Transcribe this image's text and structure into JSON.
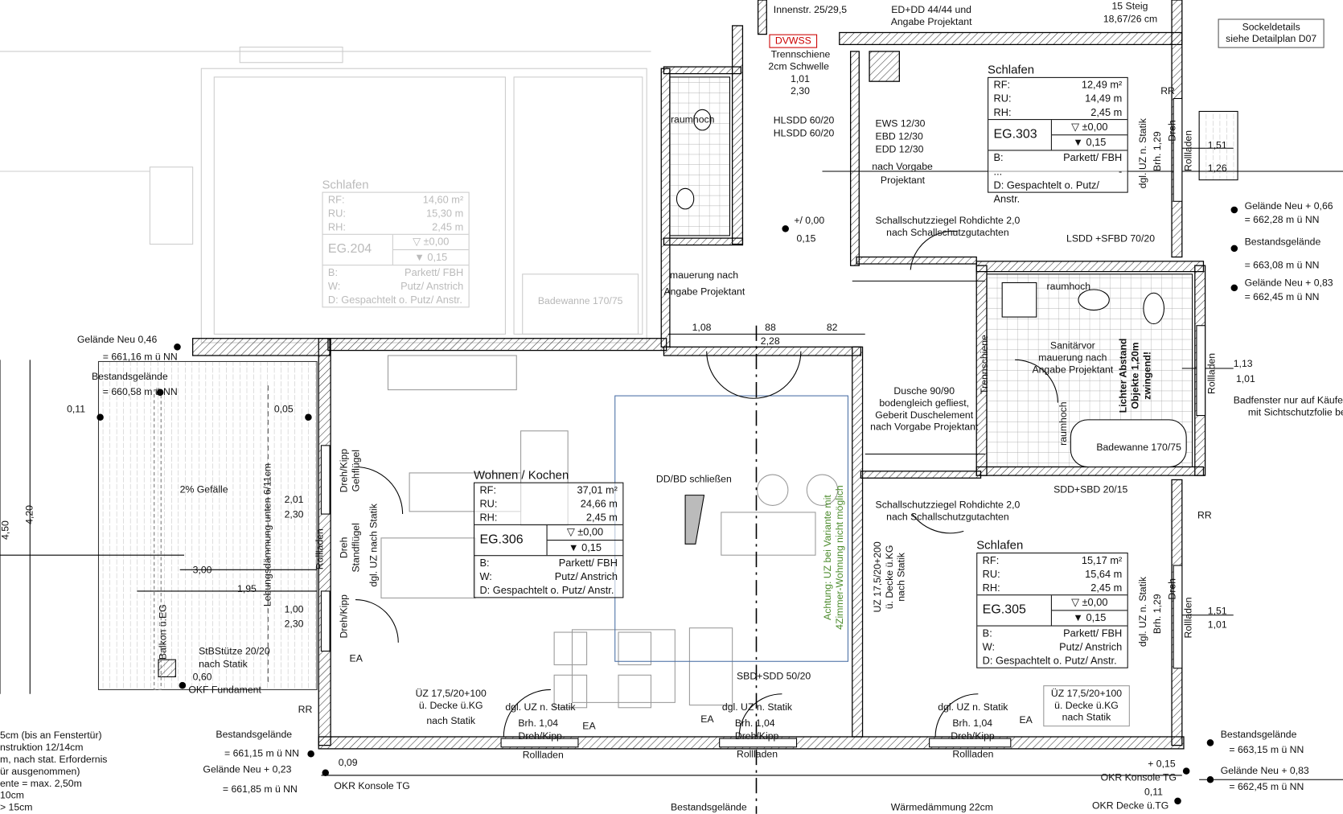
{
  "rooms": [
    {
      "name": "Wohnen / Kochen",
      "code": "EG.306",
      "rf_label": "RF:",
      "rf": "37,01 m²",
      "ru_label": "RU:",
      "ru": "24,66 m",
      "rh_label": "RH:",
      "rh": "2,45 m",
      "level_top": "▽ ±0,00",
      "level_bottom": "▼ 0,15",
      "b_label": "B:",
      "b": "Parkett/ FBH",
      "w_label": "W:",
      "w": "Putz/ Anstrich",
      "d": "D: Gespachtelt o. Putz/ Anstr."
    },
    {
      "name": "Schlafen",
      "code": "EG.303",
      "rf_label": "RF:",
      "rf": "12,49 m²",
      "ru_label": "RU:",
      "ru": "14,49 m",
      "rh_label": "RH:",
      "rh": "2,45 m",
      "level_top": "▽ ±0,00",
      "level_bottom": "▼ 0,15",
      "b_label": "B:",
      "b": "Parkett/ FBH",
      "w_label": "...",
      "w": "-",
      "d": "D: Gespachtelt o. Putz/ Anstr."
    },
    {
      "name": "Schlafen",
      "code": "EG.305",
      "rf_label": "RF:",
      "rf": "15,17 m²",
      "ru_label": "RU:",
      "ru": "15,64 m",
      "rh_label": "RH:",
      "rh": "2,45 m",
      "level_top": "▽ ±0,00",
      "level_bottom": "▼ 0,15",
      "b_label": "B:",
      "b": "Parkett/ FBH",
      "w_label": "W:",
      "w": "Putz/ Anstrich",
      "d": "D: Gespachtelt o. Putz/ Anstr."
    },
    {
      "name": "Schlafen",
      "code": "EG.204",
      "rf_label": "RF:",
      "rf": "14,60 m²",
      "ru_label": "RU:",
      "ru": "15,30 m",
      "rh_label": "RH:",
      "rh": "2,45 m",
      "level_top": "▽ ±0,00",
      "level_bottom": "▼ 0,15",
      "b_label": "B:",
      "b": "Parkett/ FBH",
      "w_label": "W:",
      "w": "Putz/ Anstrich",
      "d": "D: Gespachtelt o. Putz/ Anstr."
    }
  ],
  "labels": [
    "Sockeldetails",
    "siehe Detailplan D07",
    "Gelände Neu  0,46",
    "= 661,16 m ü NN",
    "Bestandsgelände",
    "= 660,58 m ü NN",
    "0,11",
    "0,05",
    "2% Gefälle",
    "3,00",
    "1,95",
    "2,01",
    "2,30",
    "1,00",
    "2,30",
    "4,50",
    "4,20",
    "StBStütze 20/20",
    "nach Statik",
    "0,60",
    "OKF Fundament",
    "RR",
    "Bestandsgelände",
    "= 661,15 m ü NN",
    "Gelände Neu + 0,23",
    "= 661,85 m ü NN",
    "0,09",
    "OKR Konsole TG",
    "5cm (bis an Fenstertür)",
    "nstruktion 12/14cm",
    "m, nach stat. Erfordernis",
    "ür ausgenommen)",
    "ente = max. 2,50m",
    "10cm",
    "> 15cm",
    "ÜZ 17,5/20+100",
    "ü. Decke ü.KG",
    "nach Statik",
    "dgl. UZ n. Statik",
    "Brh. 1,04",
    "Dreh/Kipp",
    "Rollladen",
    "EA",
    "DD/BD schließen",
    "SBD+SDD 50/20",
    "EA",
    "dgl. UZ n. Statik",
    "Brh. 1,04",
    "Dreh/Kipp",
    "Rollladen",
    "Achtung: UZ bei Variante mit",
    "4Zimmer-Wohnung nicht möglich",
    "UZ 17,5/20+200",
    "ü. Decke ü.KG",
    "nach Statik",
    "Schallschutzziegel Rohdichte 2,0",
    "nach Schallschutzgutachten",
    "Schallschutzziegel Rohdichte 2,0",
    "nach Schallschutzgutachten",
    "Dusche 90/90",
    "bodengleich gefliest,",
    "Geberit Duschelement",
    "nach Vorgabe Projektant",
    "LSDD +SFBD 70/20",
    "Sanitärvor",
    "mauerung nach",
    "Angabe Projektant",
    "Lichter Abstand",
    "Objekte 1,20m",
    "zwingend!",
    "Badewanne 170/75",
    "SDD+SBD 20/15",
    "Badfenster nur auf Käufe",
    "mit Sichtschutzfolie be",
    "Gelände Neu + 0,66",
    "= 662,28 m ü NN",
    "Bestandsgelände",
    "= 663,08 m ü NN",
    "Gelände Neu + 0,83",
    "= 662,45 m ü NN",
    "1,13",
    "1,01",
    "1,51",
    "1,26",
    "1,51",
    "1,01",
    "Bestandsgelände",
    "= 663,15 m ü NN",
    "Gelände Neu + 0,83",
    "= 662,45 m ü NN",
    "OKR Konsole TG",
    "OKR Decke ü.TG",
    "+ 0,15",
    "0,11",
    "ÜZ 17,5/20+100",
    "ü. Decke ü.KG",
    "nach Statik",
    "dgl. UZ n. Statik",
    "Brh. 1,04",
    "Dreh/Kipp",
    "Rollladen",
    "EA",
    "Bestandsgelände",
    "Wärmedämmung 22cm",
    "Innenstr. 25/29,5",
    "DVWSS",
    "Trennschiene",
    "2cm Schwelle",
    "1,01",
    "2,30",
    "HLSDD 60/20",
    "HLSDD 60/20",
    "EWS 12/30",
    "EBD 12/30",
    "EDD 12/30",
    "nach Vorgabe",
    "Projektant",
    "+/ 0,00",
    "0,15",
    "mauerung nach",
    "Angabe Projektant",
    "1,08",
    "88",
    "2,28",
    "82",
    "15 Steig",
    "18,67/26 cm",
    "ED+DD 44/44 und",
    "Angabe Projektant",
    "raumhoch",
    "raumhoch",
    "Lebungsdämmung unten 6/11cm",
    "Dreh/Kipp",
    "Gehflügel",
    "Dreh",
    "Standflügel",
    "dgl. UZ nach Statik",
    "Rollladen",
    "Dreh/Kipp",
    "Balkon ü.EG",
    "Badewanne 170/75",
    "Rollladen",
    "Rollladen",
    "Rollladen",
    "Brh. 1,29",
    "Dreh",
    "dgl. UZ n. Statik",
    "Brh. 1,29",
    "Dreh",
    "dgl. UZ n. Statik",
    "Trennschiene",
    "raumhoch",
    "EA",
    "RR",
    "RR"
  ],
  "colors": {
    "walls": "#111111",
    "faded": "#bbbbbb",
    "warning": "#cc0000",
    "note": "#4a8a2a",
    "hatch": "#555555"
  }
}
